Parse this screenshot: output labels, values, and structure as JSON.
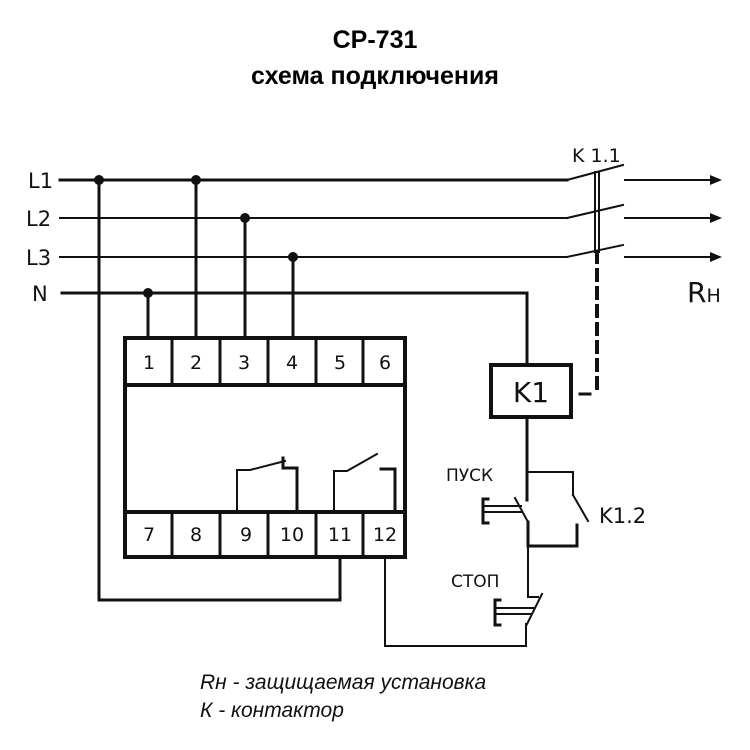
{
  "title": {
    "model": "CP-731",
    "subtitle": "схема подключения"
  },
  "lines": [
    "L1",
    "L2",
    "L3",
    "N"
  ],
  "terminals_top": [
    "1",
    "2",
    "3",
    "4",
    "5",
    "6"
  ],
  "terminals_bottom": [
    "7",
    "8",
    "9",
    "10",
    "11",
    "12"
  ],
  "contactor": {
    "coil_label": "K1",
    "main_contacts_label": "K 1.1",
    "aux_contact_label": "K1.2"
  },
  "buttons": {
    "start_label": "ПУСК",
    "stop_label": "СТОП"
  },
  "load_label": "R",
  "load_subscript": "H",
  "legend": [
    "Rн - защищаемая установка",
    "К - контактор"
  ]
}
